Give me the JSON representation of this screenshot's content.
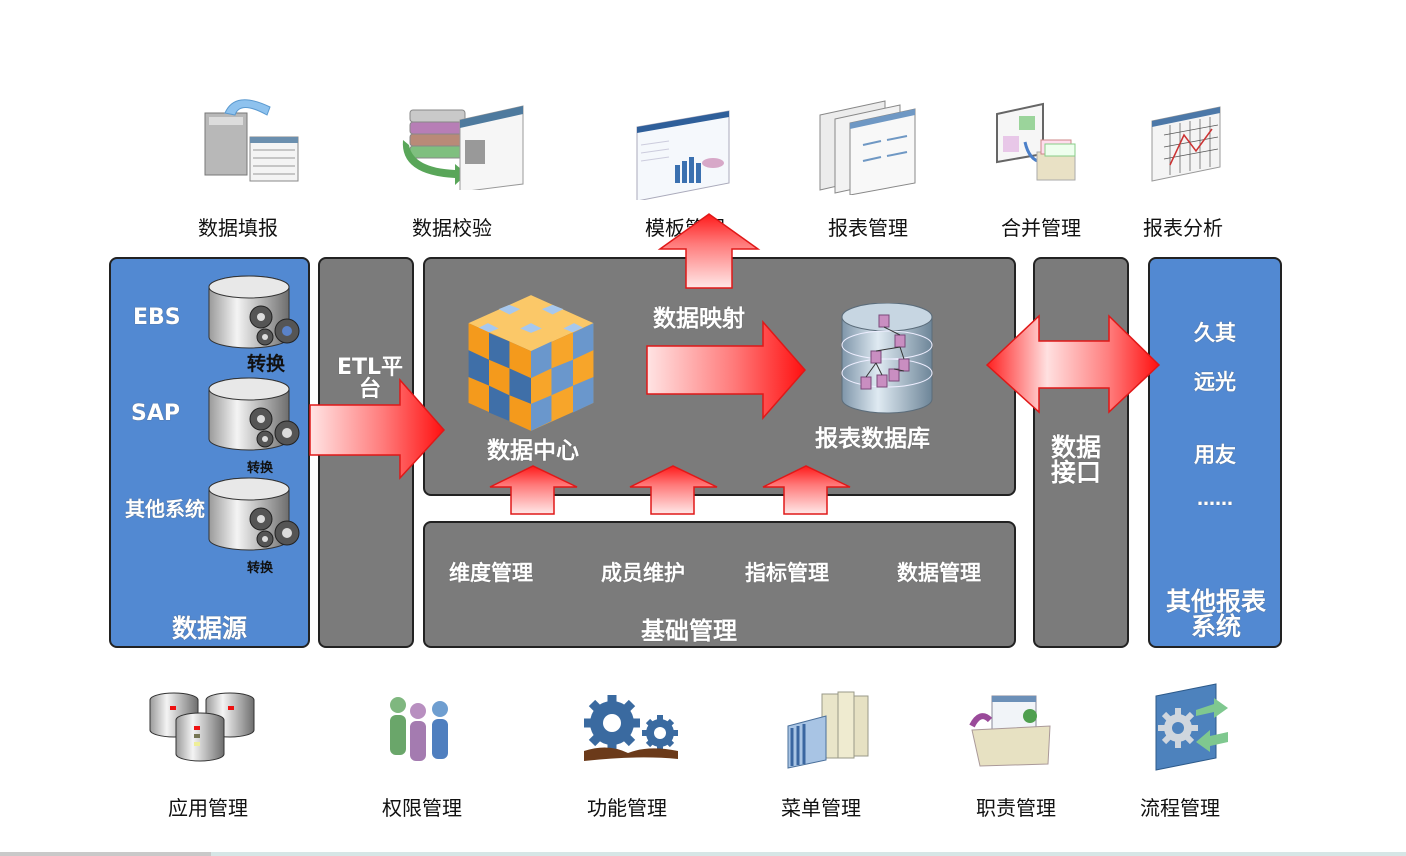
{
  "top_modules": [
    {
      "label": "数据填报",
      "icon": "server-upload-icon"
    },
    {
      "label": "数据校验",
      "icon": "database-validate-icon"
    },
    {
      "label": "模板管理",
      "icon": "dashboard-template-icon"
    },
    {
      "label": "报表管理",
      "icon": "stacked-reports-icon"
    },
    {
      "label": "合并管理",
      "icon": "merge-files-icon"
    },
    {
      "label": "报表分析",
      "icon": "chart-analysis-icon"
    }
  ],
  "data_source": {
    "title": "数据源",
    "sources": [
      {
        "name": "EBS",
        "transform": "转换"
      },
      {
        "name": "SAP",
        "transform": "转换"
      },
      {
        "name": "其他系统",
        "transform": "转换"
      }
    ]
  },
  "etl": {
    "label": "ETL平台"
  },
  "core": {
    "data_center": "数据中心",
    "mapping": "数据映射",
    "report_db": "报表数据库"
  },
  "base_mgmt": {
    "title": "基础管理",
    "items": [
      "维度管理",
      "成员维护",
      "指标管理",
      "数据管理"
    ]
  },
  "interface": {
    "label": "数据接口"
  },
  "other_systems": {
    "title": "其他报表系统",
    "items": [
      "久其",
      "远光",
      "用友",
      "……"
    ]
  },
  "bottom_modules": [
    {
      "label": "应用管理",
      "icon": "database-cluster-icon"
    },
    {
      "label": "权限管理",
      "icon": "people-icon"
    },
    {
      "label": "功能管理",
      "icon": "gears-icon"
    },
    {
      "label": "菜单管理",
      "icon": "books-icon"
    },
    {
      "label": "职责管理",
      "icon": "toolbox-user-icon"
    },
    {
      "label": "流程管理",
      "icon": "workflow-gear-icon"
    }
  ],
  "colors": {
    "blue_panel": "#5289d2",
    "gray_panel": "#7b7b7b",
    "arrow_red": "#ff2020"
  }
}
